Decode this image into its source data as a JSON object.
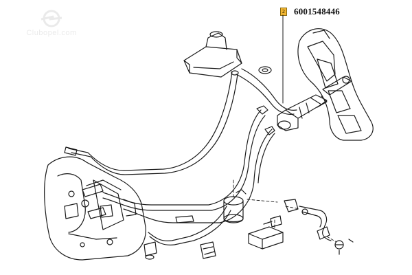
{
  "diagram": {
    "part_number": "6001548446",
    "callout_number": "2",
    "watermark_text": "Clubopel.com",
    "colors": {
      "line": "#1a1a1a",
      "callout_fill": "#f2b632",
      "watermark": "#d6d6d6"
    },
    "icons": [
      "opel-logo-icon",
      "hose-assembly",
      "clutch-pedal",
      "master-cylinder",
      "reservoir",
      "gearbox-housing",
      "slave-cylinder",
      "mounting-bracket",
      "clip-icon",
      "bolt-icon"
    ]
  }
}
